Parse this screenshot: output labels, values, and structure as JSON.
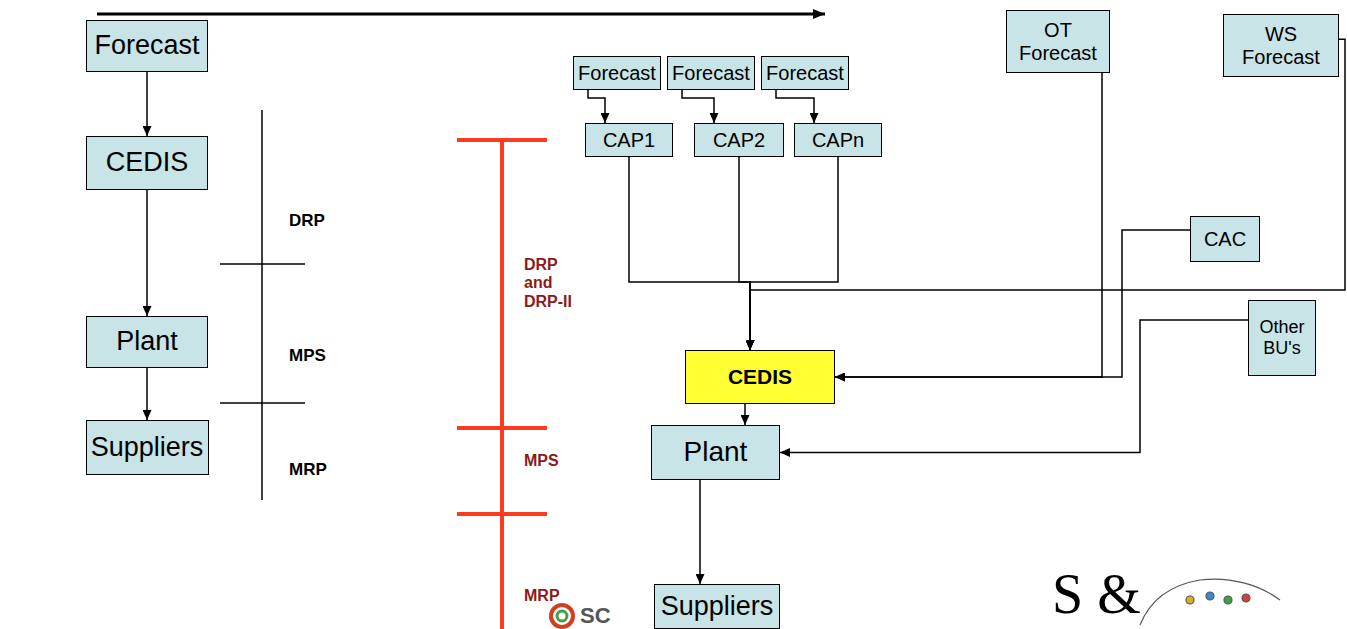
{
  "diagram": {
    "nodes": [
      {
        "text": [
          "Forecast"
        ]
      },
      {
        "text": [
          "CEDIS"
        ]
      },
      {
        "text": [
          "Plant"
        ]
      },
      {
        "text": [
          "Suppliers"
        ]
      },
      {
        "text": [
          "Forecast"
        ]
      },
      {
        "text": [
          "Forecast"
        ]
      },
      {
        "text": [
          "Forecast"
        ]
      },
      {
        "text": [
          "OT Forecast"
        ]
      },
      {
        "text": [
          "WS Forecast"
        ]
      },
      {
        "text": [
          "CAP1"
        ]
      },
      {
        "text": [
          "CAP2"
        ]
      },
      {
        "text": [
          "CAPn"
        ]
      },
      {
        "text": [
          "CAC"
        ]
      },
      {
        "text": [
          "Other BU's"
        ]
      },
      {
        "text": [
          "CEDIS"
        ]
      },
      {
        "text": [
          "Plant"
        ]
      },
      {
        "text": [
          "Suppliers"
        ]
      }
    ],
    "edges": [
      {
        "from": 0,
        "to": 1,
        "arrow": "to"
      },
      {
        "from": 1,
        "to": 2,
        "arrow": "to"
      },
      {
        "from": 2,
        "to": 3,
        "arrow": "to"
      },
      {
        "from": 4,
        "to": 9,
        "arrow": "to"
      },
      {
        "from": 5,
        "to": 10,
        "arrow": "to"
      },
      {
        "from": 6,
        "to": 11,
        "arrow": "to"
      },
      {
        "from": 9,
        "to": 14,
        "arrow": "to"
      },
      {
        "from": 10,
        "to": 14,
        "arrow": "to"
      },
      {
        "from": 11,
        "to": 14,
        "arrow": "to"
      },
      {
        "from": 7,
        "to": 14,
        "arrow": "to"
      },
      {
        "from": 8,
        "to": 14,
        "arrow": "to"
      },
      {
        "from": 12,
        "to": 14,
        "arrow": "to"
      },
      {
        "from": 13,
        "to": 15,
        "arrow": "to"
      },
      {
        "from": 14,
        "to": 15,
        "arrow": "to"
      },
      {
        "from": 15,
        "to": 16,
        "arrow": "to"
      }
    ],
    "labels": [
      "DRP",
      "MPS",
      "MRP",
      "DRP and DRP-II",
      "MPS",
      "MRP",
      "SC",
      "S &"
    ]
  }
}
